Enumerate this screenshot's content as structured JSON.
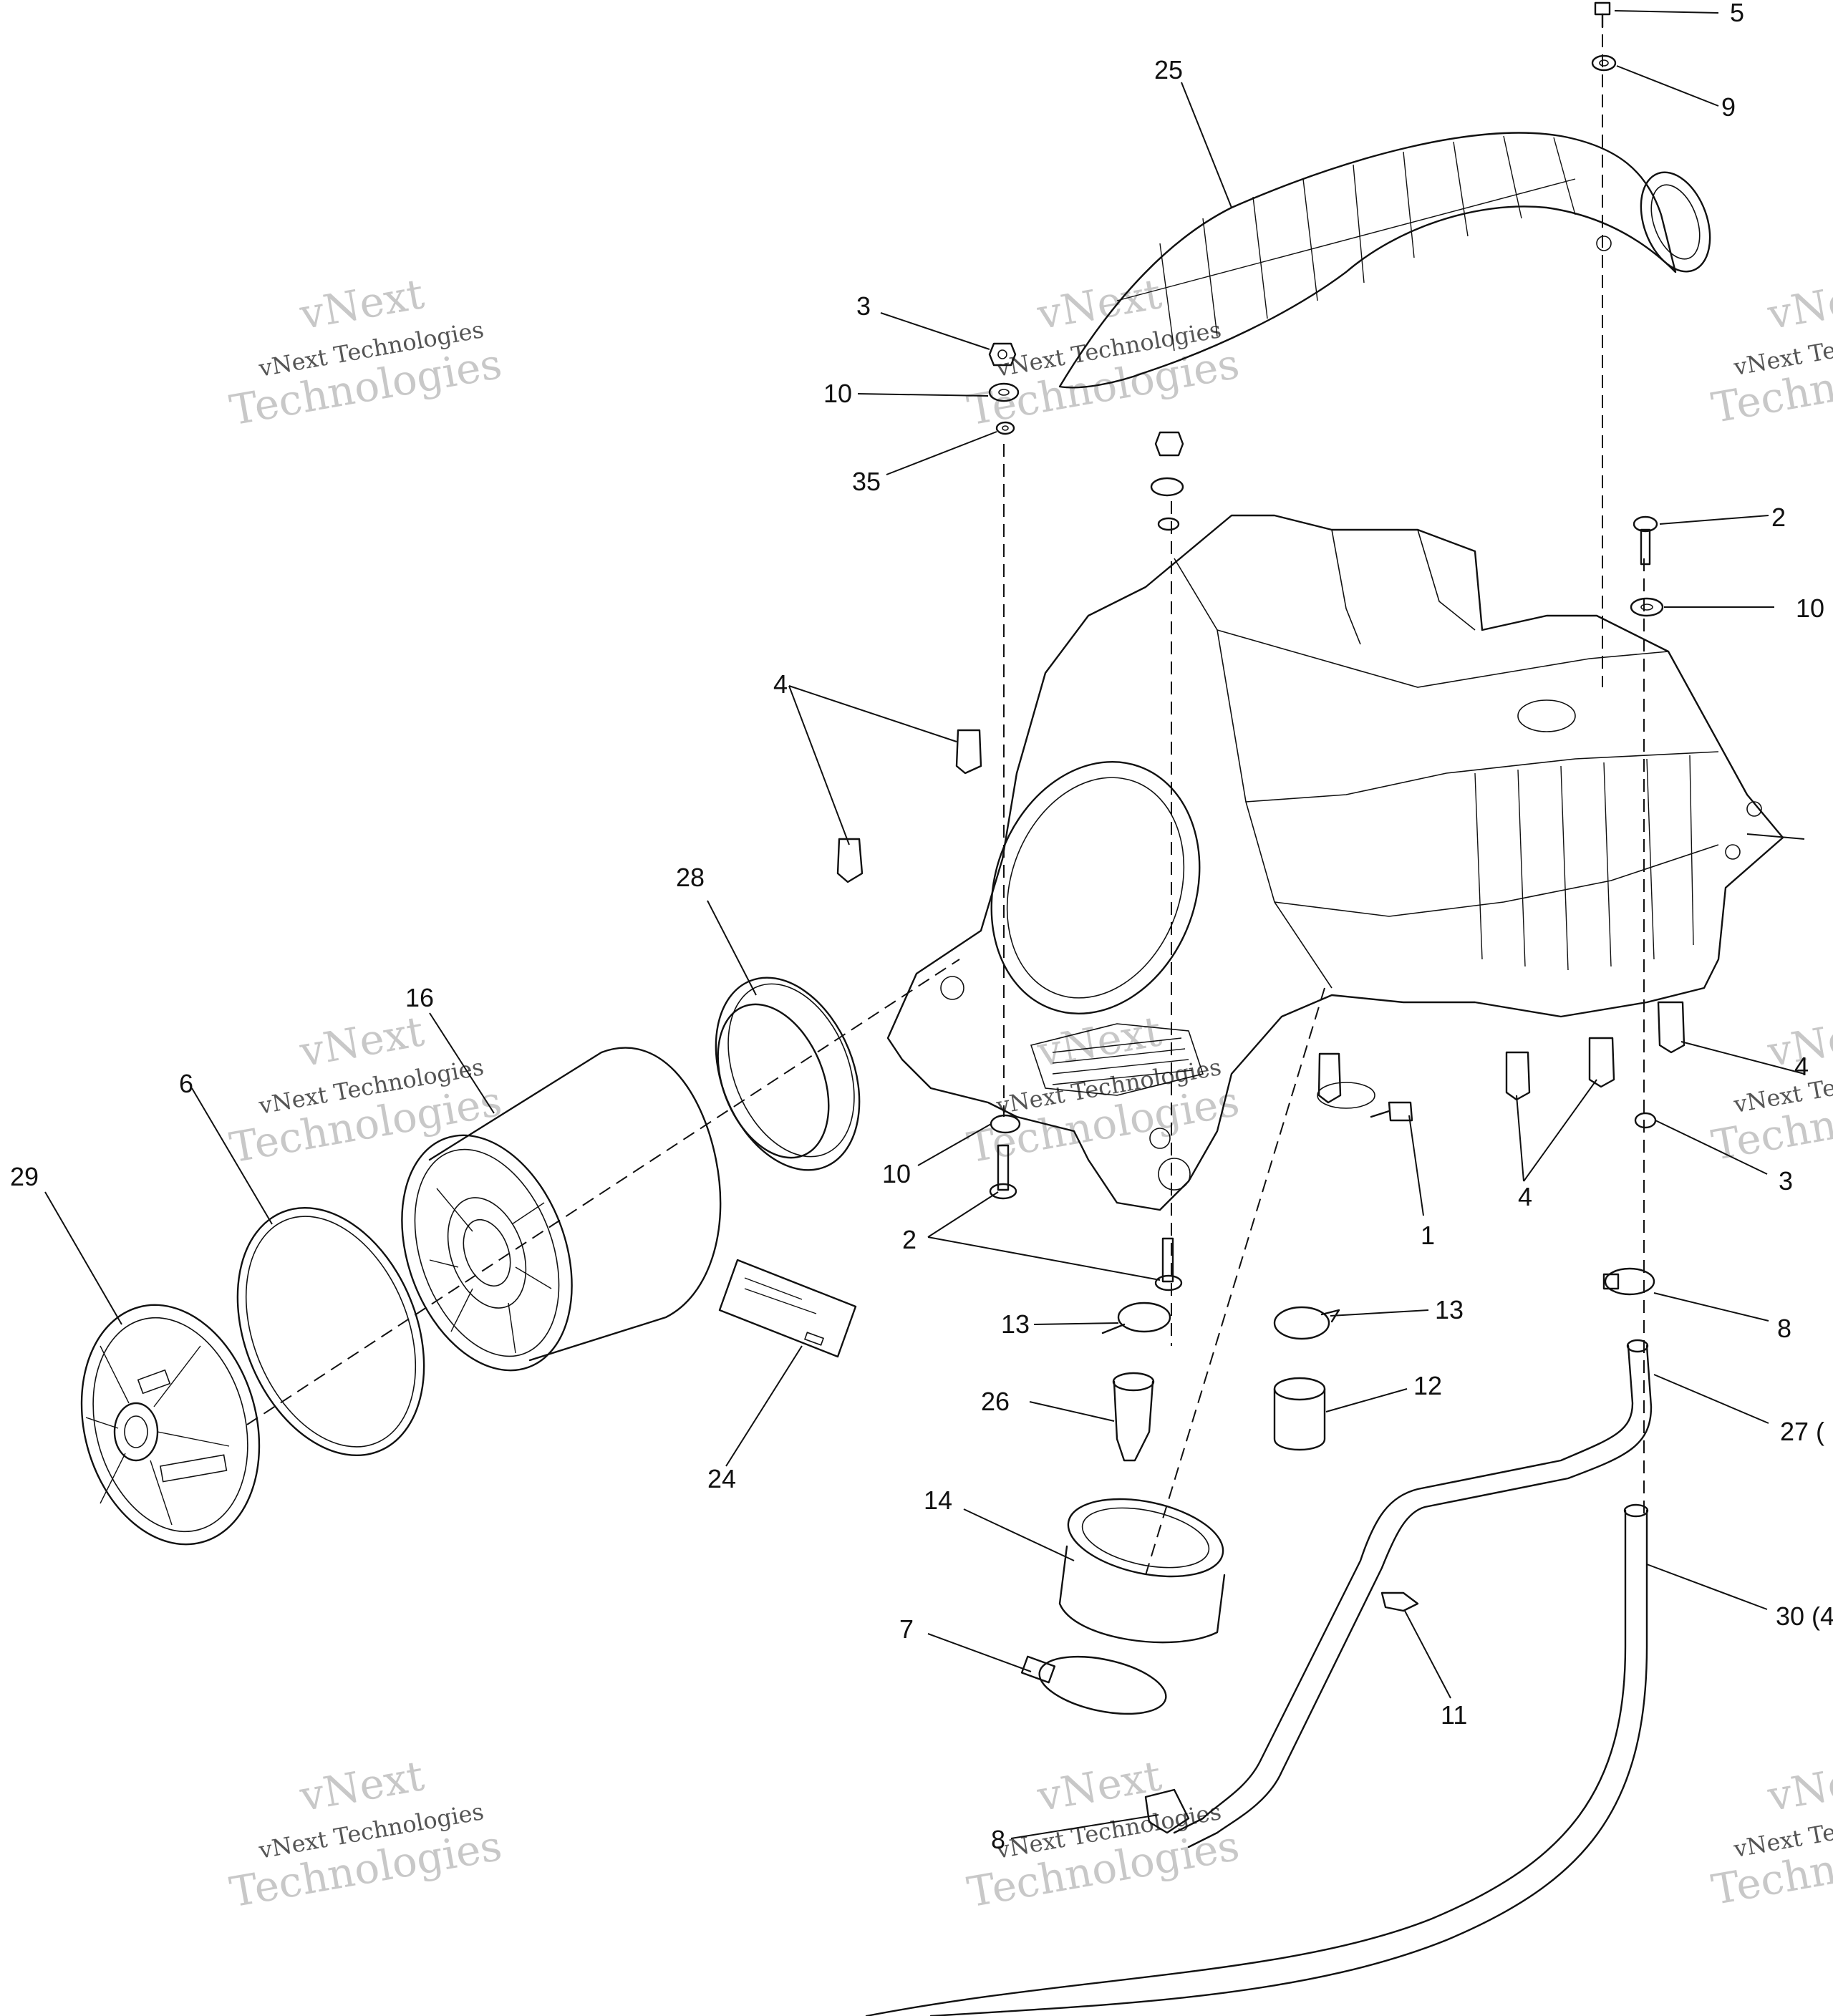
{
  "callouts": [
    {
      "id": "c5",
      "label": "5"
    },
    {
      "id": "c9",
      "label": "9"
    },
    {
      "id": "c25",
      "label": "25"
    },
    {
      "id": "c3a",
      "label": "3"
    },
    {
      "id": "c10a",
      "label": "10"
    },
    {
      "id": "c35",
      "label": "35"
    },
    {
      "id": "c2a",
      "label": "2"
    },
    {
      "id": "c10b",
      "label": "10"
    },
    {
      "id": "c4a",
      "label": "4"
    },
    {
      "id": "c28",
      "label": "28"
    },
    {
      "id": "c16",
      "label": "16"
    },
    {
      "id": "c6",
      "label": "6"
    },
    {
      "id": "c29",
      "label": "29"
    },
    {
      "id": "c10c",
      "label": "10"
    },
    {
      "id": "c2b",
      "label": "2"
    },
    {
      "id": "c1",
      "label": "1"
    },
    {
      "id": "c4b",
      "label": "4"
    },
    {
      "id": "c4c",
      "label": "4"
    },
    {
      "id": "c3b",
      "label": "3"
    },
    {
      "id": "c8a",
      "label": "8"
    },
    {
      "id": "c13a",
      "label": "13"
    },
    {
      "id": "c13b",
      "label": "13"
    },
    {
      "id": "c12",
      "label": "12"
    },
    {
      "id": "c26",
      "label": "26"
    },
    {
      "id": "c24",
      "label": "24"
    },
    {
      "id": "c27",
      "label": "27 ("
    },
    {
      "id": "c14",
      "label": "14"
    },
    {
      "id": "c30",
      "label": "30 (4"
    },
    {
      "id": "c7",
      "label": "7"
    },
    {
      "id": "c11",
      "label": "11"
    },
    {
      "id": "c8b",
      "label": "8"
    }
  ],
  "watermarks": [
    {
      "line1": "vNext",
      "line2": "vNext Technologies",
      "line3": "Technologies"
    },
    {
      "line1": "vNext",
      "line2": "vNext Technologies",
      "line3": "Technologies"
    },
    {
      "line1": "vNext",
      "line2": "vNext Technologies",
      "line3": "Technologies"
    },
    {
      "line1": "vNext",
      "line2": "vNext Technologies",
      "line3": "Technologies"
    },
    {
      "line1": "vNext",
      "line2": "vNext Technologies",
      "line3": "Technologies"
    },
    {
      "line1": "vNext",
      "line2": "vNext Technologies",
      "line3": "Technologies"
    },
    {
      "line1": "vNext",
      "line2": "vNext Te",
      "line3": "Technolo"
    },
    {
      "line1": "vNext",
      "line2": "vNext Te",
      "line3": "Technolo"
    },
    {
      "line1": "vNext",
      "line2": "vNext Te",
      "line3": "Technolo"
    }
  ]
}
